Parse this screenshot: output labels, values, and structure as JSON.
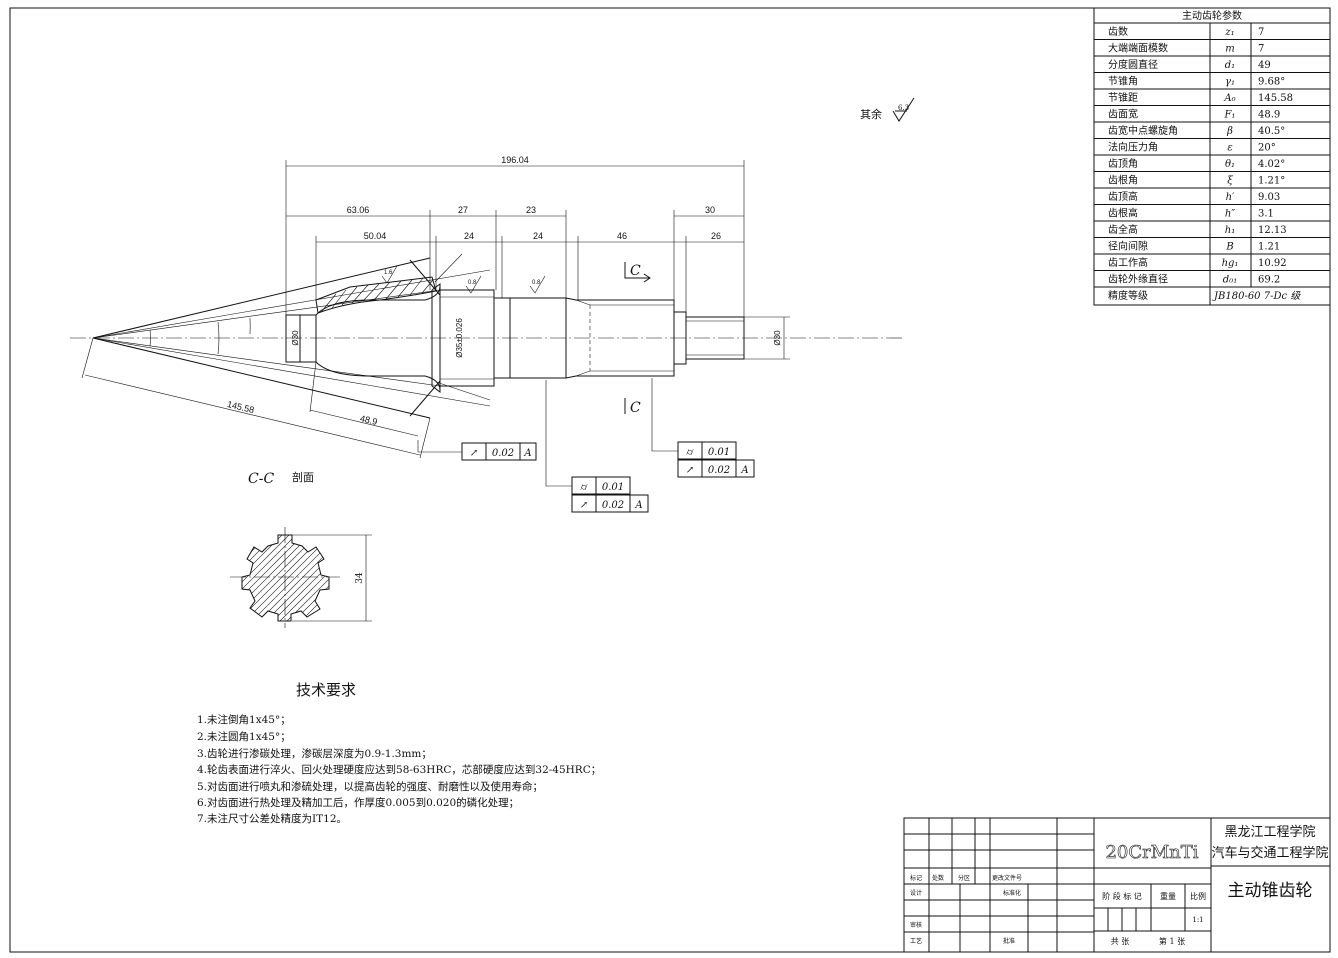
{
  "params": {
    "title": "主动齿轮参数",
    "rows": [
      {
        "name": "齿数",
        "symbol": "z₁",
        "value": "7"
      },
      {
        "name": "大端端面模数",
        "symbol": "m",
        "value": "7"
      },
      {
        "name": "分度圆直径",
        "symbol": "d₁",
        "value": "49"
      },
      {
        "name": "节锥角",
        "symbol": "γ₁",
        "value": "9.68°"
      },
      {
        "name": "节锥距",
        "symbol": "A₀",
        "value": "145.58"
      },
      {
        "name": "齿面宽",
        "symbol": "F₁",
        "value": "48.9"
      },
      {
        "name": "齿宽中点螺旋角",
        "symbol": "β",
        "value": "40.5°"
      },
      {
        "name": "法向压力角",
        "symbol": "ε",
        "value": "20°"
      },
      {
        "name": "齿顶角",
        "symbol": "θ₁",
        "value": "4.02°"
      },
      {
        "name": "齿根角",
        "symbol": "ξ",
        "value": "1.21°"
      },
      {
        "name": "齿顶高",
        "symbol": "h′",
        "value": "9.03"
      },
      {
        "name": "齿根高",
        "symbol": "h″",
        "value": "3.1"
      },
      {
        "name": "齿全高",
        "symbol": "h₁",
        "value": "12.13"
      },
      {
        "name": "径向间隙",
        "symbol": "B",
        "value": "1.21"
      },
      {
        "name": "齿工作高",
        "symbol": "hg₁",
        "value": "10.92"
      },
      {
        "name": "齿轮外缘直径",
        "symbol": "d₀₁",
        "value": "69.2"
      },
      {
        "name": "精度等级",
        "symbol": "",
        "value": "JB180-60   7-Dc  级"
      }
    ]
  },
  "surface": {
    "label": "其余",
    "value": "6.3"
  },
  "dims": {
    "total": "196.04",
    "d1": "63.06",
    "d2": "27",
    "d3": "23",
    "d4": "30",
    "d5": "50.04",
    "d6": "24",
    "d7": "24",
    "d8": "46",
    "d9": "26",
    "dia1": "Ø30",
    "dia2": "Ø35±0.026",
    "dia3": "Ø30",
    "cone": "145.58",
    "face": "48.9",
    "ang1": "1.6",
    "ang2": "0.8",
    "ang3": "0.8"
  },
  "section": {
    "mark": "C",
    "caption": "C-C",
    "caption2": "剖面",
    "dim": "34"
  },
  "tolerances": [
    {
      "sym": "↗",
      "value": "0.02",
      "datum": "A"
    },
    {
      "sym": "⌭",
      "value": "0.01"
    },
    {
      "sym": "↗",
      "value": "0.02",
      "datum": "A"
    },
    {
      "sym": "⌭",
      "value": "0.01"
    },
    {
      "sym": "↗",
      "value": "0.02",
      "datum": "A"
    }
  ],
  "requirements": {
    "title": "技术要求",
    "items": [
      "1.未注倒角1x45°；",
      "2.未注圆角1x45°；",
      "3.齿轮进行渗碳处理，渗碳层深度为0.9-1.3mm；",
      "4.轮齿表面进行淬火、回火处理硬度应达到58-63HRC，芯部硬度应达到32-45HRC；",
      "5.对齿面进行喷丸和渗硫处理，以提高齿轮的强度、耐磨性以及使用寿命；",
      "6.对齿面进行热处理及精加工后，作厚度0.005到0.020的磷化处理；",
      "7.未注尺寸公差处精度为IT12。"
    ]
  },
  "title_block": {
    "material": "20CrMnTi",
    "school": "黑龙江工程学院",
    "dept": "汽车与交通工程学院",
    "part": "主动锥齿轮",
    "c_mark": "标记",
    "c_count": "处数",
    "c_zone": "分区",
    "c_doc": "更改文件号",
    "c_design": "设计",
    "c_std": "标准化",
    "c_review": "审核",
    "c_process": "工艺",
    "c_approve": "批准",
    "c_stage": "阶 段 标 记",
    "c_weight": "重量",
    "c_scale": "比例",
    "scale": "1:1",
    "c_total": "共   张",
    "c_sheet": "第 1 张"
  }
}
